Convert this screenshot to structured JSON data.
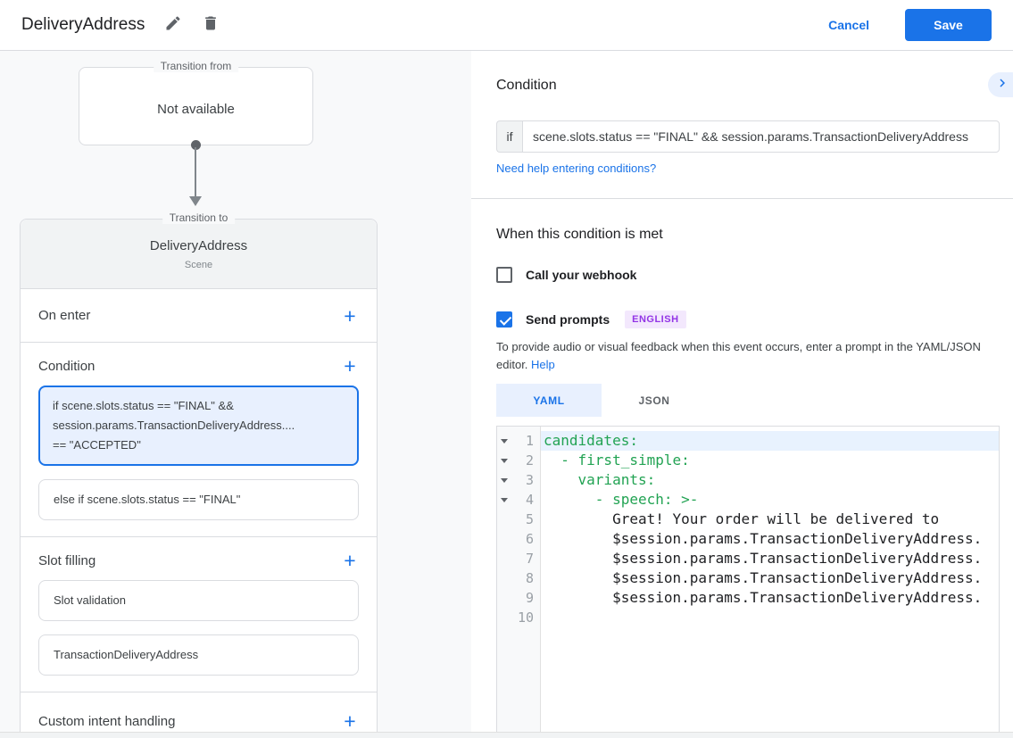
{
  "header": {
    "title": "DeliveryAddress",
    "cancel_label": "Cancel",
    "save_label": "Save"
  },
  "colors": {
    "accent_blue": "#1a73e8",
    "accent_blue_light": "#e8f0fe",
    "code_green": "#22a353",
    "badge_purple_text": "#9334e6",
    "badge_purple_bg": "#f3e8fd",
    "panel_gray": "#f8f9fa",
    "border_gray": "#dadce0"
  },
  "icons": {
    "edit": "pencil-icon",
    "delete": "trash-icon",
    "collapse": "chevron-right-icon",
    "add": "plus-icon"
  },
  "flow": {
    "transition_from": {
      "label": "Transition from",
      "content": "Not available"
    },
    "transition_to": {
      "label": "Transition to",
      "scene_name": "DeliveryAddress",
      "scene_type": "Scene",
      "sections": {
        "on_enter": "On enter",
        "condition": "Condition",
        "slot_filling": "Slot filling",
        "custom_intent": "Custom intent handling"
      },
      "condition_cards": [
        {
          "text": "if scene.slots.status == \"FINAL\" &&\nsession.params.TransactionDeliveryAddress....\n== \"ACCEPTED\"",
          "selected": true
        },
        {
          "text": "else if scene.slots.status == \"FINAL\"",
          "selected": false
        }
      ],
      "slot_cards": [
        "Slot validation",
        "TransactionDeliveryAddress"
      ]
    }
  },
  "condition_panel": {
    "title": "Condition",
    "if_label": "if",
    "expression": "scene.slots.status == \"FINAL\" && session.params.TransactionDeliveryAddress",
    "help_link": "Need help entering conditions?"
  },
  "when_met": {
    "title": "When this condition is met",
    "webhook_label": "Call your webhook",
    "webhook_checked": false,
    "prompts_label": "Send prompts",
    "prompts_checked": true,
    "language_badge": "ENGLISH",
    "description": "To provide audio or visual feedback when this event occurs, enter a prompt in the YAML/JSON editor.",
    "help_label": "Help",
    "tabs": [
      {
        "label": "YAML",
        "active": true
      },
      {
        "label": "JSON",
        "active": false
      }
    ]
  },
  "editor": {
    "lines": [
      {
        "num": "1",
        "text": "candidates:"
      },
      {
        "num": "2",
        "text": "  - first_simple:"
      },
      {
        "num": "3",
        "text": "    variants:"
      },
      {
        "num": "4",
        "text": "      - speech: >-"
      },
      {
        "num": "5",
        "text": "        Great! Your order will be delivered to"
      },
      {
        "num": "6",
        "text": "        $session.params.TransactionDeliveryAddress."
      },
      {
        "num": "7",
        "text": "        $session.params.TransactionDeliveryAddress."
      },
      {
        "num": "8",
        "text": "        $session.params.TransactionDeliveryAddress."
      },
      {
        "num": "9",
        "text": "        $session.params.TransactionDeliveryAddress."
      },
      {
        "num": "10",
        "text": ""
      }
    ]
  }
}
